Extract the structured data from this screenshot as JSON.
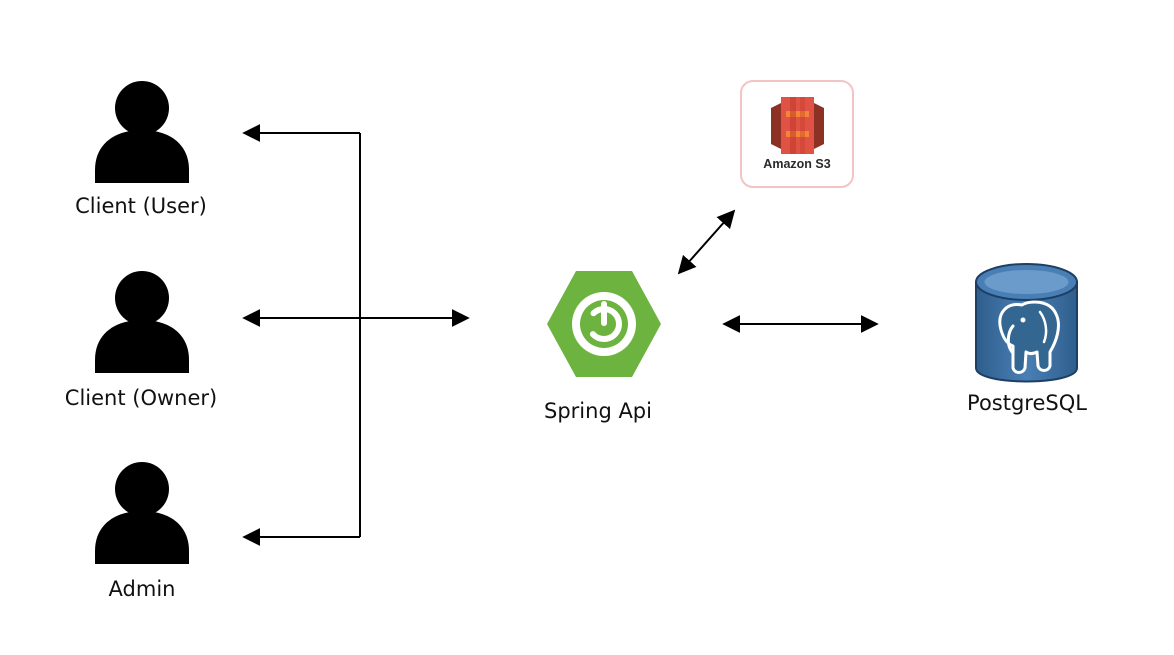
{
  "actors": [
    {
      "label": "Client (User)"
    },
    {
      "label": "Client (Owner)"
    },
    {
      "label": "Admin"
    }
  ],
  "services": {
    "api": {
      "label": "Spring Api",
      "icon": "spring-power-icon",
      "color": "#6DB33F"
    },
    "storage": {
      "label": "Amazon S3",
      "icon": "amazon-s3-icon",
      "color": "#E05243",
      "border": "#F2C4C4"
    },
    "database": {
      "label": "PostgreSQL",
      "icon": "postgresql-elephant-icon",
      "color": "#336791"
    }
  }
}
